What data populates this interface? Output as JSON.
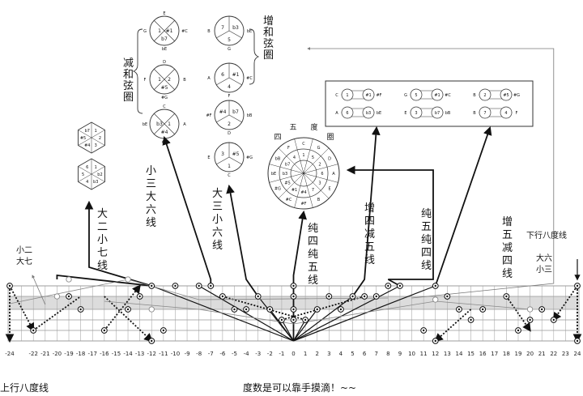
{
  "labels": {
    "minor_second_major_seventh": [
      "小二",
      "大七"
    ],
    "major_second_minor_seventh_line": "大二小七线",
    "minor_third_major_sixth_line": "小三大六线",
    "major_third_minor_sixth_line": "大三小六线",
    "perfect_fourth_fifth_line": "纯四纯五线",
    "aug4_dim5_line_a": "增四减五线",
    "perfect_fifth_fourth_line": "纯五纯四线",
    "aug5_dim4_line": "增五减四线",
    "octave_down_line": "下行八度线",
    "major_sixth_minor_third": [
      "大六",
      "小三"
    ],
    "octave_up_line": "上行八度线",
    "dim_chord": "减和弦圈",
    "aug_chord": "增和弦圈",
    "circle_of_fifths_title": [
      "四",
      "五",
      "度",
      "圈"
    ],
    "caption": "度数是可以靠手摸滴！~~"
  },
  "axis": {
    "ticks": [
      "-24",
      "-22",
      "-21",
      "-20",
      "-19",
      "-18",
      "-17",
      "-16",
      "-15",
      "-14",
      "-13",
      "-12",
      "-11",
      "-10",
      "-9",
      "-8",
      "-7",
      "-6",
      "-5",
      "-4",
      "-3",
      "-2",
      "-1",
      "0",
      "1",
      "2",
      "3",
      "4",
      "5",
      "6",
      "7",
      "8",
      "9",
      "10",
      "11",
      "12",
      "13",
      "14",
      "15",
      "16",
      "17",
      "18",
      "19",
      "20",
      "21",
      "22",
      "23",
      "24"
    ]
  },
  "dim_circles": [
    {
      "top": "E",
      "left": "G",
      "right": "#C",
      "center_l": "1",
      "center_r": "#1",
      "bottom": "b7",
      "sub": "bE"
    },
    {
      "top": "D",
      "left": "F",
      "right": "B",
      "center_l": "1",
      "center_r": "2",
      "bottom": "#5",
      "sub": "#G"
    },
    {
      "top": "C",
      "left": "bE",
      "right": "A",
      "center_l": "b3",
      "center_r": "1",
      "bottom": "#4",
      "sub": "#F"
    }
  ],
  "aug_circles": [
    {
      "left": "B",
      "right": "bE",
      "a": "7",
      "b": "b3",
      "c": "5",
      "sub": "G"
    },
    {
      "left": "A",
      "right": "#C",
      "a": "6",
      "b": "#1",
      "c": "4",
      "sub": "F"
    },
    {
      "left": "#F",
      "right": "bB",
      "a": "#4",
      "b": "b7",
      "c": "2",
      "sub": "D"
    },
    {
      "left": "E",
      "right": "#G",
      "a": "3",
      "b": "#5",
      "c": "1",
      "sub": "C"
    }
  ],
  "tritone_box": [
    {
      "l1": "C",
      "a": "1",
      "b": "#1",
      "r1": "#F",
      "l2": "A",
      "c": "6",
      "d": "b3",
      "r2": "bE"
    },
    {
      "l1": "G",
      "a": "5",
      "b": "#1",
      "r1": "#C",
      "l2": "E",
      "c": "3",
      "d": "b7",
      "r2": "bB"
    },
    {
      "l1": "B",
      "a": "2",
      "b": "#5",
      "r1": "#G",
      "l2": "B",
      "c": "7",
      "d": "4",
      "r2": "F"
    }
  ],
  "fifths_outer": [
    "C",
    "G",
    "D",
    "A",
    "E",
    "B",
    "#F",
    "#C",
    "#G",
    "bE",
    "bB",
    "F"
  ],
  "fifths_inner": [
    "1",
    "5",
    "2",
    "6",
    "3",
    "7",
    "#4",
    "#1",
    "#5",
    "b3",
    "b7",
    "4"
  ]
}
